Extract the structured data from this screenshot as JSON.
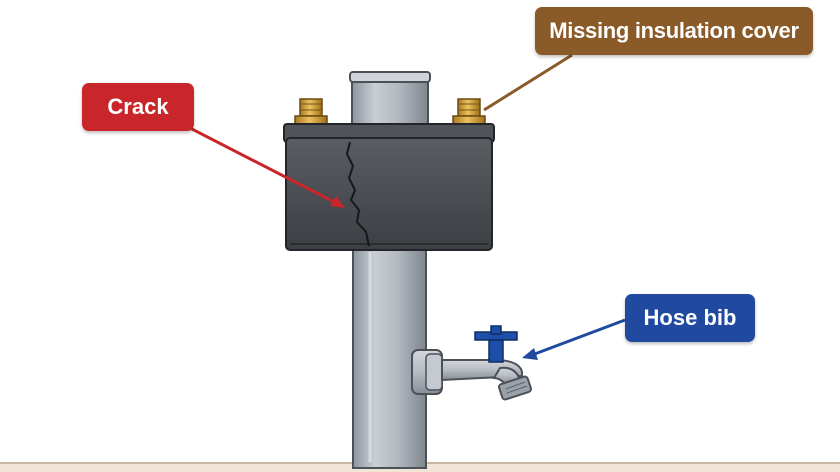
{
  "labels": {
    "missing_insulation": "Missing insulation cover",
    "crack": "Crack",
    "hose_bib": "Hose bib"
  },
  "colors": {
    "missing_insulation": "#8a5a28",
    "crack": "#c8262a",
    "hose_bib": "#1f4aa0",
    "housing": "#4a4d52",
    "pipe": "#b9bfc6",
    "valve_handle": "#1d4fa8",
    "brass": "#d7a23a",
    "ground": "#f1e6d6"
  }
}
